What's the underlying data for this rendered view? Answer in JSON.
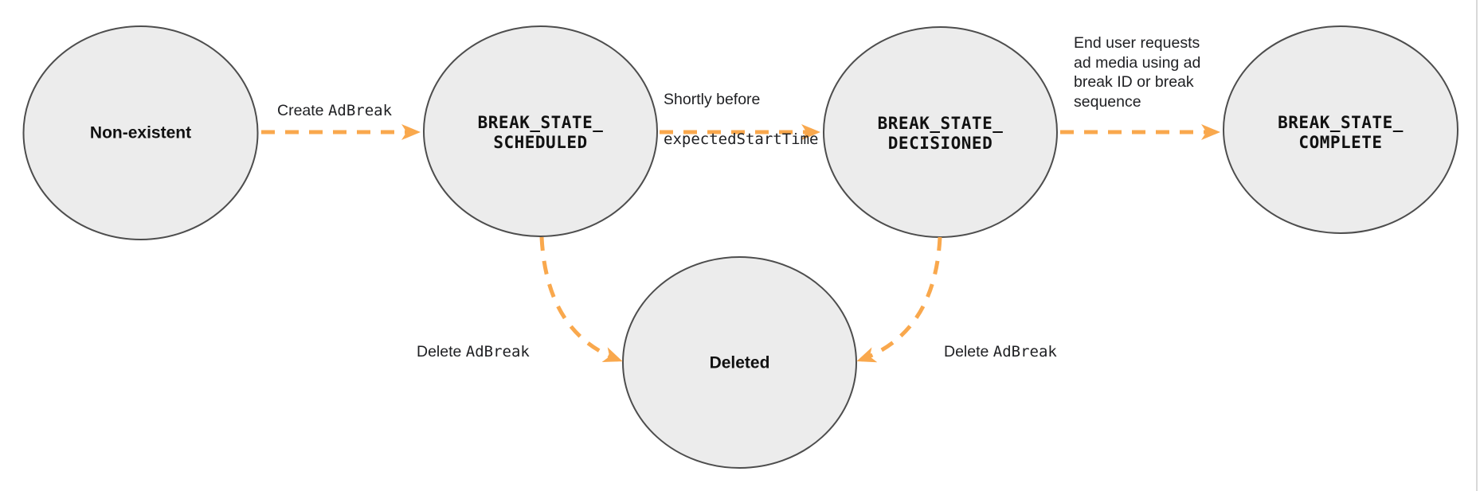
{
  "diagram": {
    "description": "Ad break state transition diagram",
    "colors": {
      "arrow": "#F9A84D",
      "node_fill": "#ECECEC",
      "node_stroke": "#4D4D4D",
      "text": "#202124",
      "page_border": "#D8D8D8"
    },
    "nodes": [
      {
        "id": "non-existent",
        "label": "Non-existent"
      },
      {
        "id": "break-state-scheduled",
        "label": "BREAK_STATE_\nSCHEDULED"
      },
      {
        "id": "break-state-decisioned",
        "label": "BREAK_STATE_\nDECISIONED"
      },
      {
        "id": "break-state-complete",
        "label": "BREAK_STATE_\nCOMPLETE"
      },
      {
        "id": "deleted",
        "label": "Deleted"
      }
    ],
    "edges": [
      {
        "from": "non-existent",
        "to": "break-state-scheduled",
        "label_text": "Create ",
        "label_code": "AdBreak"
      },
      {
        "from": "break-state-scheduled",
        "to": "break-state-decisioned",
        "label_text": "Shortly before",
        "label_code": "expectedStartTime"
      },
      {
        "from": "break-state-decisioned",
        "to": "break-state-complete",
        "label_text": "End user requests\nad media using ad\nbreak ID or break\nsequence",
        "label_code": ""
      },
      {
        "from": "break-state-scheduled",
        "to": "deleted",
        "label_text": "Delete ",
        "label_code": "AdBreak"
      },
      {
        "from": "break-state-decisioned",
        "to": "deleted",
        "label_text": "Delete ",
        "label_code": "AdBreak"
      }
    ]
  }
}
